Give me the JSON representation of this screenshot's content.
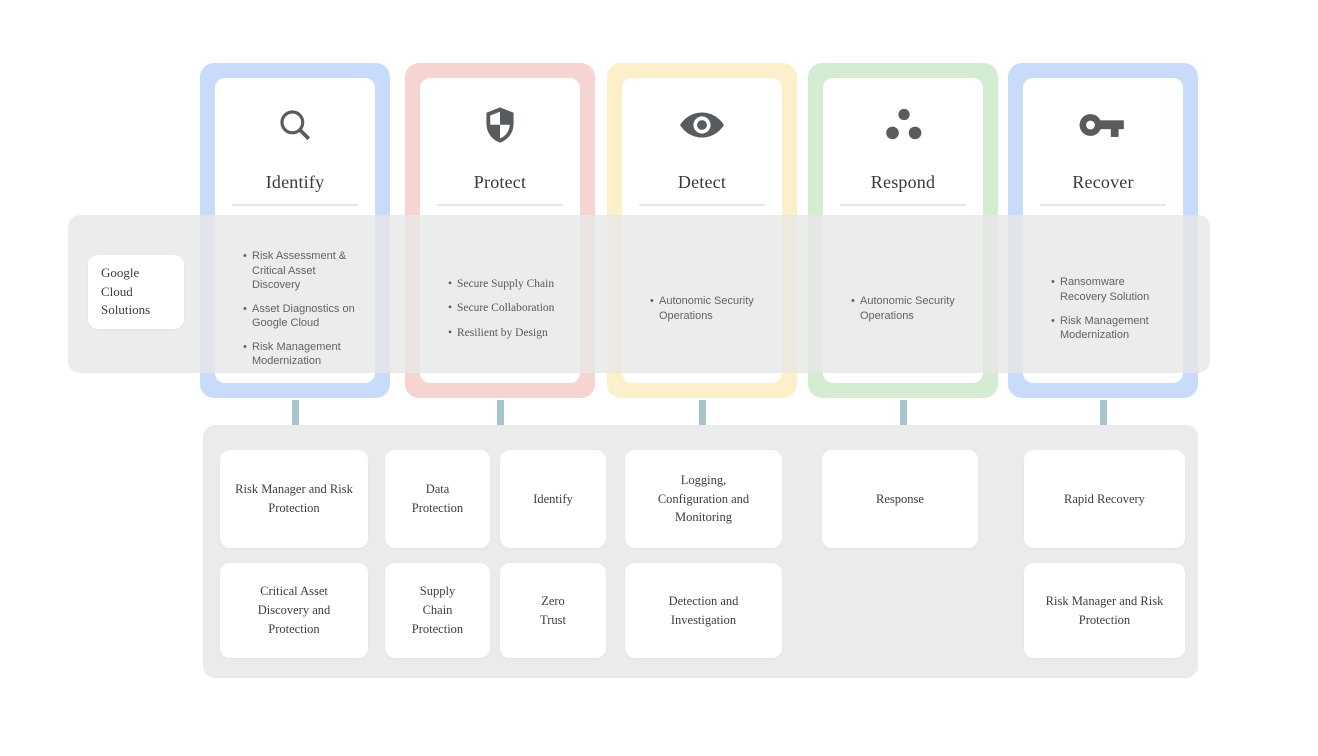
{
  "diagram": {
    "side_label": "Google Cloud Solutions",
    "framework_columns": [
      {
        "title": "Identify",
        "icon": "magnifier-icon",
        "accent_border": "#c9dbfa",
        "solutions": [
          "Risk Assessment & Critical Asset Discovery",
          "Asset Diagnostics on Google Cloud",
          "Risk Management Modernization"
        ]
      },
      {
        "title": "Protect",
        "icon": "shield-icon",
        "accent_border": "#f6d4d1",
        "solutions": [
          "Secure Supply Chain",
          "Secure Collaboration",
          "Resilient by Design"
        ]
      },
      {
        "title": "Detect",
        "icon": "eye-icon",
        "accent_border": "#fbf0c9",
        "solutions": [
          "Autonomic Security Operations"
        ]
      },
      {
        "title": "Respond",
        "icon": "dots-icon",
        "accent_border": "#d4ecd1",
        "solutions": [
          "Autonomic Security Operations"
        ]
      },
      {
        "title": "Recover",
        "icon": "key-icon",
        "accent_border": "#c9dbfa",
        "solutions": [
          "Ransomware Recovery Solution",
          "Risk Management Modernization"
        ]
      }
    ],
    "bottom_panel": {
      "row1": [
        "Risk Manager and Risk Protection",
        "Data Protection",
        "Identify",
        "Logging, Configuration and Monitoring",
        "Response",
        "Rapid Recovery"
      ],
      "row2": [
        "Critical Asset Discovery and Protection",
        "Supply Chain Protection",
        "Zero Trust",
        "Detection and Investigation",
        "Risk Manager and Risk Protection"
      ]
    },
    "colors": {
      "identify_accent": "#c9dbfa",
      "protect_accent": "#f6d4d1",
      "detect_accent": "#fbf0c9",
      "respond_accent": "#d4ecd1",
      "recover_accent": "#c9dbfa",
      "arrow": "#a8c2ce",
      "panel_background": "#ebebeb",
      "band_background": "#e7e7e7",
      "icon_color": "#595c5e"
    }
  }
}
